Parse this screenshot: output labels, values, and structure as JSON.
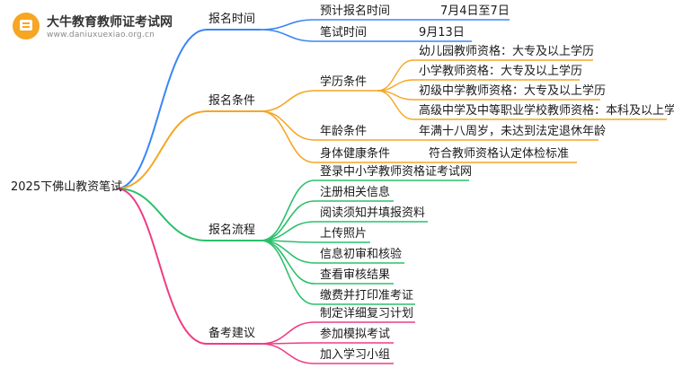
{
  "logo": {
    "icon": "book-icon",
    "name": "大牛教育教师证考试网",
    "url": "www.daniuxuexiao.org.cn"
  },
  "colors": {
    "blue": "#3a86f5",
    "orange": "#f5a623",
    "green": "#2bc06c",
    "pink": "#ef3d85"
  },
  "root": {
    "label": "2025下佛山教资笔试"
  },
  "branches": {
    "time": {
      "label": "报名时间",
      "items": [
        {
          "label": "预计报名时间",
          "value": "7月4日至7日"
        },
        {
          "label": "笔试时间",
          "value": "9月13日"
        }
      ]
    },
    "cond": {
      "label": "报名条件",
      "edu": {
        "label": "学历条件",
        "items": [
          "幼儿园教师资格：大专及以上学历",
          "小学教师资格：大专及以上学历",
          "初级中学教师资格：大专及以上学历",
          "高级中学及中等职业学校教师资格：本科及以上学历"
        ]
      },
      "age": {
        "label": "年龄条件",
        "value": "年满十八周岁，未达到法定退休年龄"
      },
      "health": {
        "label": "身体健康条件",
        "value": "符合教师资格认定体检标准"
      }
    },
    "flow": {
      "label": "报名流程",
      "items": [
        "登录中小学教师资格证考试网",
        "注册相关信息",
        "阅读须知并填报资料",
        "上传照片",
        "信息初审和核验",
        "查看审核结果",
        "缴费并打印准考证"
      ]
    },
    "advice": {
      "label": "备考建议",
      "items": [
        "制定详细复习计划",
        "参加模拟考试",
        "加入学习小组"
      ]
    }
  }
}
